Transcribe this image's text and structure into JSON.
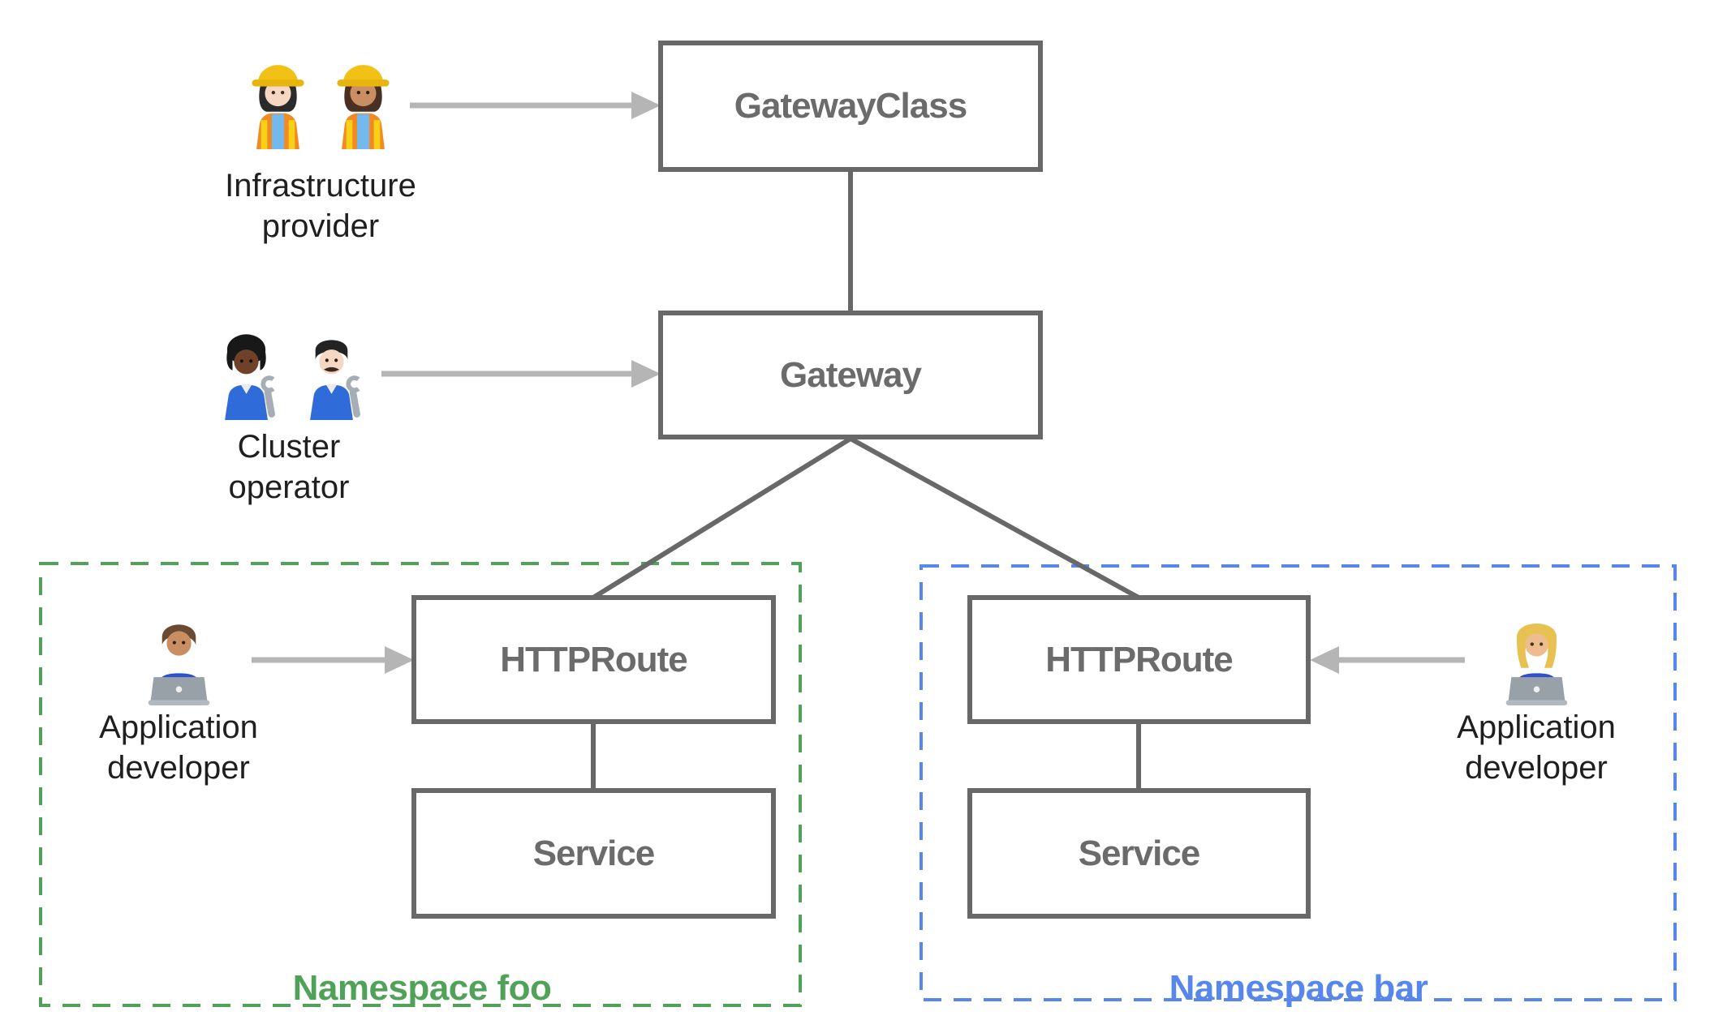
{
  "nodes": {
    "gateway_class": {
      "label": "GatewayClass"
    },
    "gateway": {
      "label": "Gateway"
    },
    "httproute_foo": {
      "label": "HTTPRoute"
    },
    "service_foo": {
      "label": "Service"
    },
    "httproute_bar": {
      "label": "HTTPRoute"
    },
    "service_bar": {
      "label": "Service"
    }
  },
  "namespaces": {
    "foo": {
      "label": "Namespace foo",
      "color": "#4fa258",
      "border_style": "dashed"
    },
    "bar": {
      "label": "Namespace bar",
      "color": "#5786ec",
      "border_style": "dashed"
    }
  },
  "personas": {
    "infrastructure_provider": {
      "line1": "Infrastructure",
      "line2": "provider",
      "icons": [
        "woman-construction-worker-light-icon",
        "woman-construction-worker-medium-icon"
      ],
      "points_to": "GatewayClass"
    },
    "cluster_operator": {
      "line1": "Cluster",
      "line2": "operator",
      "icons": [
        "person-mechanic-dark-icon",
        "man-mechanic-light-icon"
      ],
      "points_to": "Gateway"
    },
    "application_developer_foo": {
      "line1": "Application",
      "line2": "developer",
      "icons": [
        "man-technologist-icon"
      ],
      "points_to": "HTTPRoute"
    },
    "application_developer_bar": {
      "line1": "Application",
      "line2": "developer",
      "icons": [
        "woman-technologist-icon"
      ],
      "points_to": "HTTPRoute"
    }
  },
  "colors": {
    "node_border": "#686868",
    "node_text": "#6b6b6b",
    "connector": "#686868",
    "arrow": "#b5b5b5",
    "namespace_foo": "#4fa258",
    "namespace_bar": "#5786ec",
    "persona_text": "#1f1f1f",
    "background": "#ffffff"
  }
}
